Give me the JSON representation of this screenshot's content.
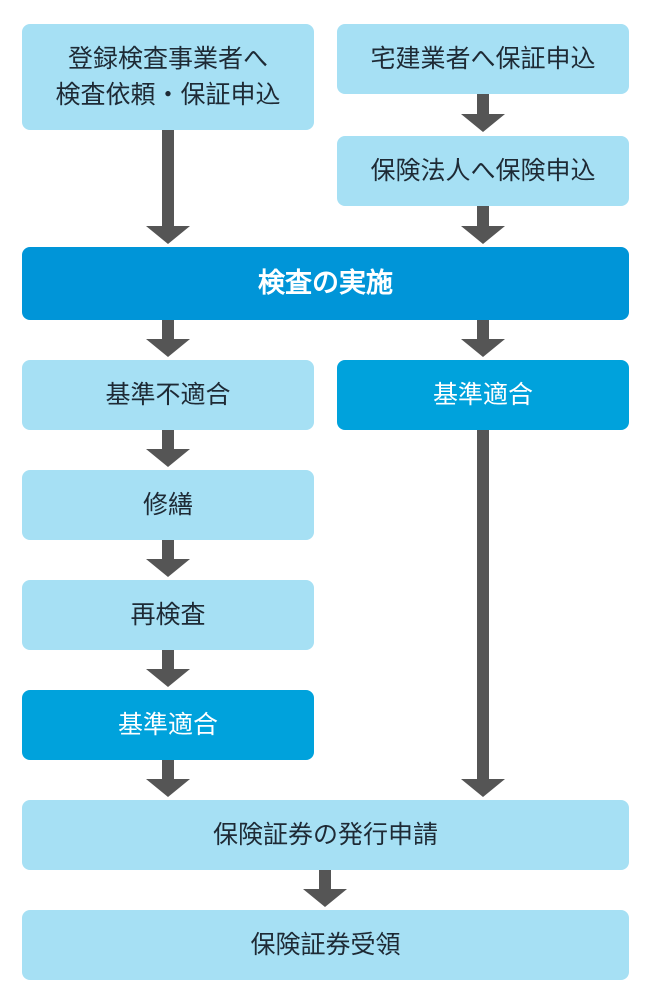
{
  "flow": {
    "register_request": "登録検査事業者へ\n検査依頼・保証申込",
    "builder_apply": "宅建業者へ保証申込",
    "insurer_apply": "保険法人へ保険申込",
    "inspection": "検査の実施",
    "noncompliant": "基準不適合",
    "repair": "修繕",
    "reinspect": "再検査",
    "compliant_after": "基準適合",
    "compliant": "基準適合",
    "issue_request": "保険証券の発行申請",
    "receive": "保険証券受領"
  },
  "colors": {
    "light_box": "#a6e0f4",
    "mid_box": "#00a2dc",
    "dark_box": "#0095d8",
    "arrow": "#555555"
  }
}
